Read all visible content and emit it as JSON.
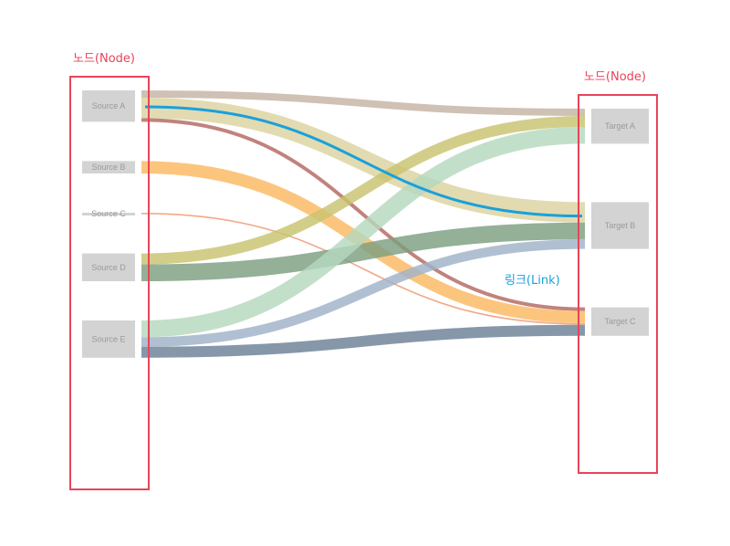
{
  "annotations": {
    "node_left": "노드(Node)",
    "node_right": "노드(Node)",
    "link": "링크(Link)"
  },
  "colors": {
    "annotation_red": "#e8445a",
    "annotation_blue": "#1aa0dc",
    "node_fill": "#d3d3d3"
  },
  "chart_data": {
    "type": "sankey",
    "sources": [
      "Source A",
      "Source B",
      "Source C",
      "Source D",
      "Source E"
    ],
    "targets": [
      "Target A",
      "Target B",
      "Target C"
    ],
    "links": [
      {
        "source": "Source A",
        "target": "Target A",
        "value": 10,
        "color": "#c4b3a4"
      },
      {
        "source": "Source A",
        "target": "Target B",
        "value": 28,
        "color": "#dcd3a0"
      },
      {
        "source": "Source A",
        "target": "Target C",
        "value": 5,
        "color": "#b3685f"
      },
      {
        "source": "Source B",
        "target": "Target C",
        "value": 17,
        "color": "#fbb861"
      },
      {
        "source": "Source C",
        "target": "Target C",
        "value": 2,
        "color": "#ef9670"
      },
      {
        "source": "Source D",
        "target": "Target A",
        "value": 15,
        "color": "#c8c370"
      },
      {
        "source": "Source D",
        "target": "Target B",
        "value": 23,
        "color": "#7d9f80"
      },
      {
        "source": "Source E",
        "target": "Target A",
        "value": 23,
        "color": "#b5d8be"
      },
      {
        "source": "Source E",
        "target": "Target B",
        "value": 13,
        "color": "#9fb2c8"
      },
      {
        "source": "Source E",
        "target": "Target C",
        "value": 15,
        "color": "#6b8097"
      }
    ],
    "highlighted_link": {
      "source": "Source A",
      "target": "Target B"
    }
  }
}
